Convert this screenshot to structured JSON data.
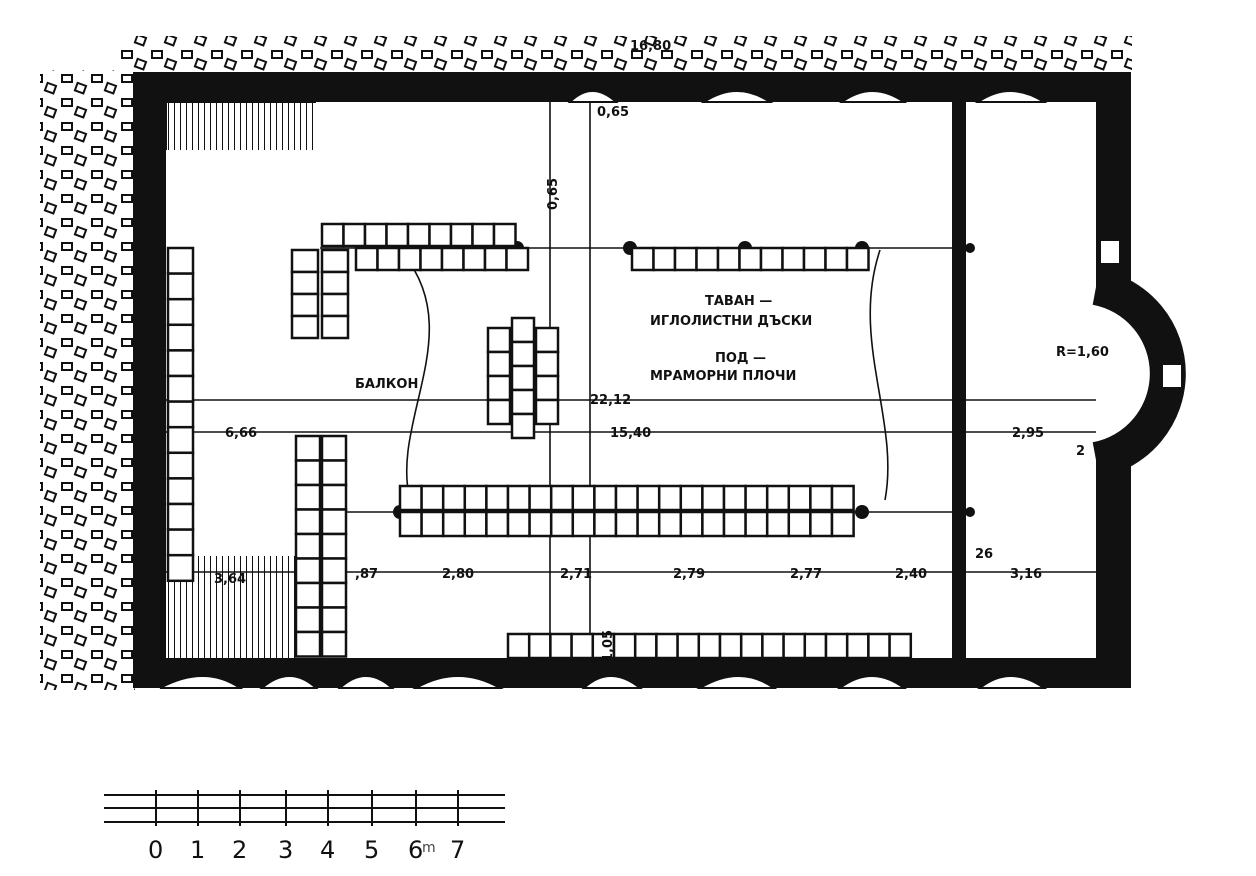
{
  "plan": {
    "room_labels": {
      "balcony": "БАЛКОН",
      "ceiling_title": "ТАВАН —",
      "ceiling_desc": "ИГЛОЛИСТНИ ДЪСКИ",
      "floor_title": "ПОД —",
      "floor_desc": "МРАМОРНИ ПЛОЧИ"
    },
    "dimensions": {
      "total_length_top": "16,80",
      "d_065": "0,65",
      "d_vertical_top": "0,65",
      "d_22_12": "22,12",
      "d_15_40": "15,40",
      "d_6_66": "6,66",
      "d_2_95": "2,95",
      "d_2_small": "2",
      "d_r": "R=1,60",
      "d_3_64": "3,64",
      "d_87": ",87",
      "d_2_80": "2,80",
      "d_2_71": "2,71",
      "d_2_79": "2,79",
      "d_2_77": "2,77",
      "d_2_40": "2,40",
      "d_3_16": "3,16",
      "d_26": "26",
      "d_vertical_bottom": "1,05"
    }
  },
  "scale": {
    "ticks": [
      "0",
      "1",
      "2",
      "3",
      "4",
      "5",
      "6",
      "7"
    ],
    "unit": "m"
  }
}
